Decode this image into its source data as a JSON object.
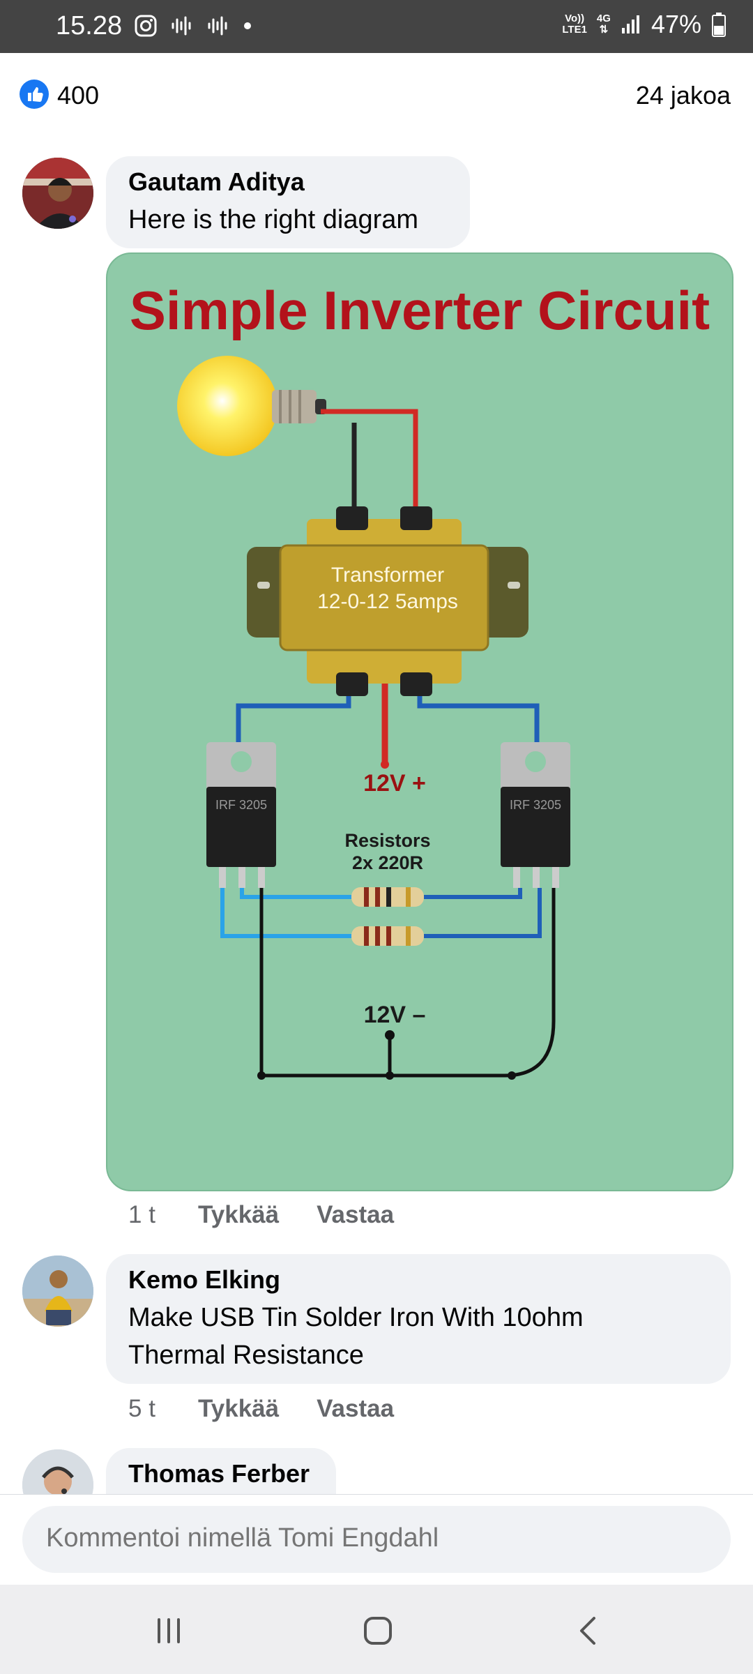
{
  "status_bar": {
    "time": "15.28",
    "network_top": "Vo))",
    "network_bottom": "LTE1",
    "network_type": "4G",
    "battery": "47%"
  },
  "post_stats": {
    "like_count": "400",
    "shares": "24 jakoa"
  },
  "comments": [
    {
      "name": "Gautam Aditya",
      "text": "Here is the right diagram",
      "time": "1 t",
      "like_label": "Tykkää",
      "reply_label": "Vastaa",
      "attachment": {
        "title": "Simple Inverter Circuit",
        "transformer_line1": "Transformer",
        "transformer_line2": "12-0-12 5amps",
        "plus_label": "12V +",
        "minus_label": "12V –",
        "resistors_line1": "Resistors",
        "resistors_line2": "2x 220R",
        "mosfet_left": "IRF 3205",
        "mosfet_right": "IRF 3205"
      }
    },
    {
      "name": "Kemo Elking",
      "text_line1": "Make USB Tin Solder Iron With 10ohm",
      "text_line2": "Thermal Resistance",
      "time": "5 t",
      "like_label": "Tykkää",
      "reply_label": "Vastaa"
    },
    {
      "name": "Thomas Ferber"
    }
  ],
  "composer": {
    "placeholder": "Kommentoi nimellä Tomi Engdahl"
  },
  "colors": {
    "like_blue": "#1877f2",
    "bubble_bg": "#f0f2f5",
    "meta_gray": "#65676b",
    "diagram_bg": "#8fcaa8",
    "title_red": "#b3121b"
  }
}
